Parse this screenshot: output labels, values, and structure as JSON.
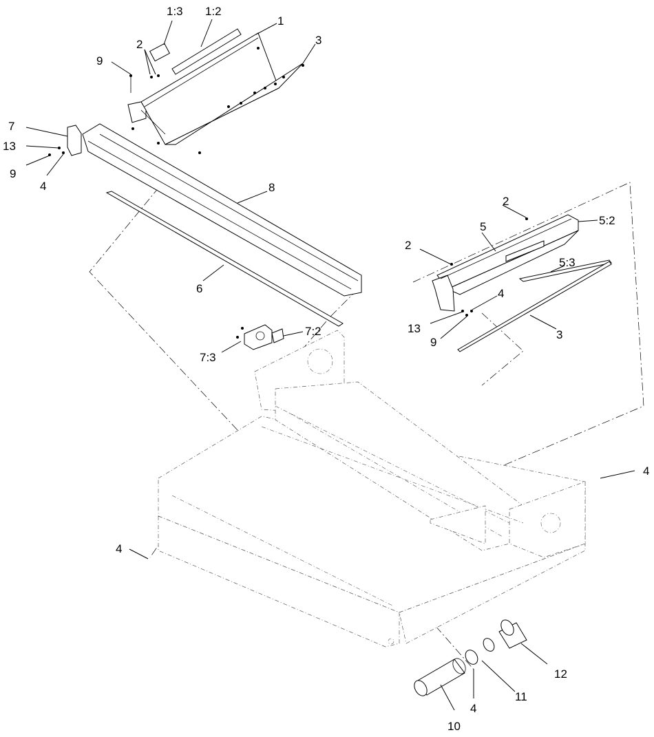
{
  "callouts": [
    {
      "id": "c-1-3",
      "text": "1:3"
    },
    {
      "id": "c-1-2",
      "text": "1:2"
    },
    {
      "id": "c-1",
      "text": "1"
    },
    {
      "id": "c-3-top",
      "text": "3"
    },
    {
      "id": "c-9-top",
      "text": "9"
    },
    {
      "id": "c-2-top",
      "text": "2"
    },
    {
      "id": "c-7",
      "text": "7"
    },
    {
      "id": "c-13-left",
      "text": "13"
    },
    {
      "id": "c-9-left",
      "text": "9"
    },
    {
      "id": "c-4-left",
      "text": "4"
    },
    {
      "id": "c-8",
      "text": "8"
    },
    {
      "id": "c-6",
      "text": "6"
    },
    {
      "id": "c-2-right-top",
      "text": "2"
    },
    {
      "id": "c-5-2",
      "text": "5:2"
    },
    {
      "id": "c-5",
      "text": "5"
    },
    {
      "id": "c-2-right",
      "text": "2"
    },
    {
      "id": "c-5-3",
      "text": "5:3"
    },
    {
      "id": "c-4-right-bracket",
      "text": "4"
    },
    {
      "id": "c-13-right",
      "text": "13"
    },
    {
      "id": "c-9-right",
      "text": "9"
    },
    {
      "id": "c-3-right",
      "text": "3"
    },
    {
      "id": "c-7-2",
      "text": "7:2"
    },
    {
      "id": "c-7-3",
      "text": "7:3"
    },
    {
      "id": "c-4-far-right",
      "text": "4"
    },
    {
      "id": "c-4-bottom-left",
      "text": "4"
    },
    {
      "id": "c-12",
      "text": "12"
    },
    {
      "id": "c-11",
      "text": "11"
    },
    {
      "id": "c-4-bottom",
      "text": "4"
    },
    {
      "id": "c-10",
      "text": "10"
    }
  ]
}
